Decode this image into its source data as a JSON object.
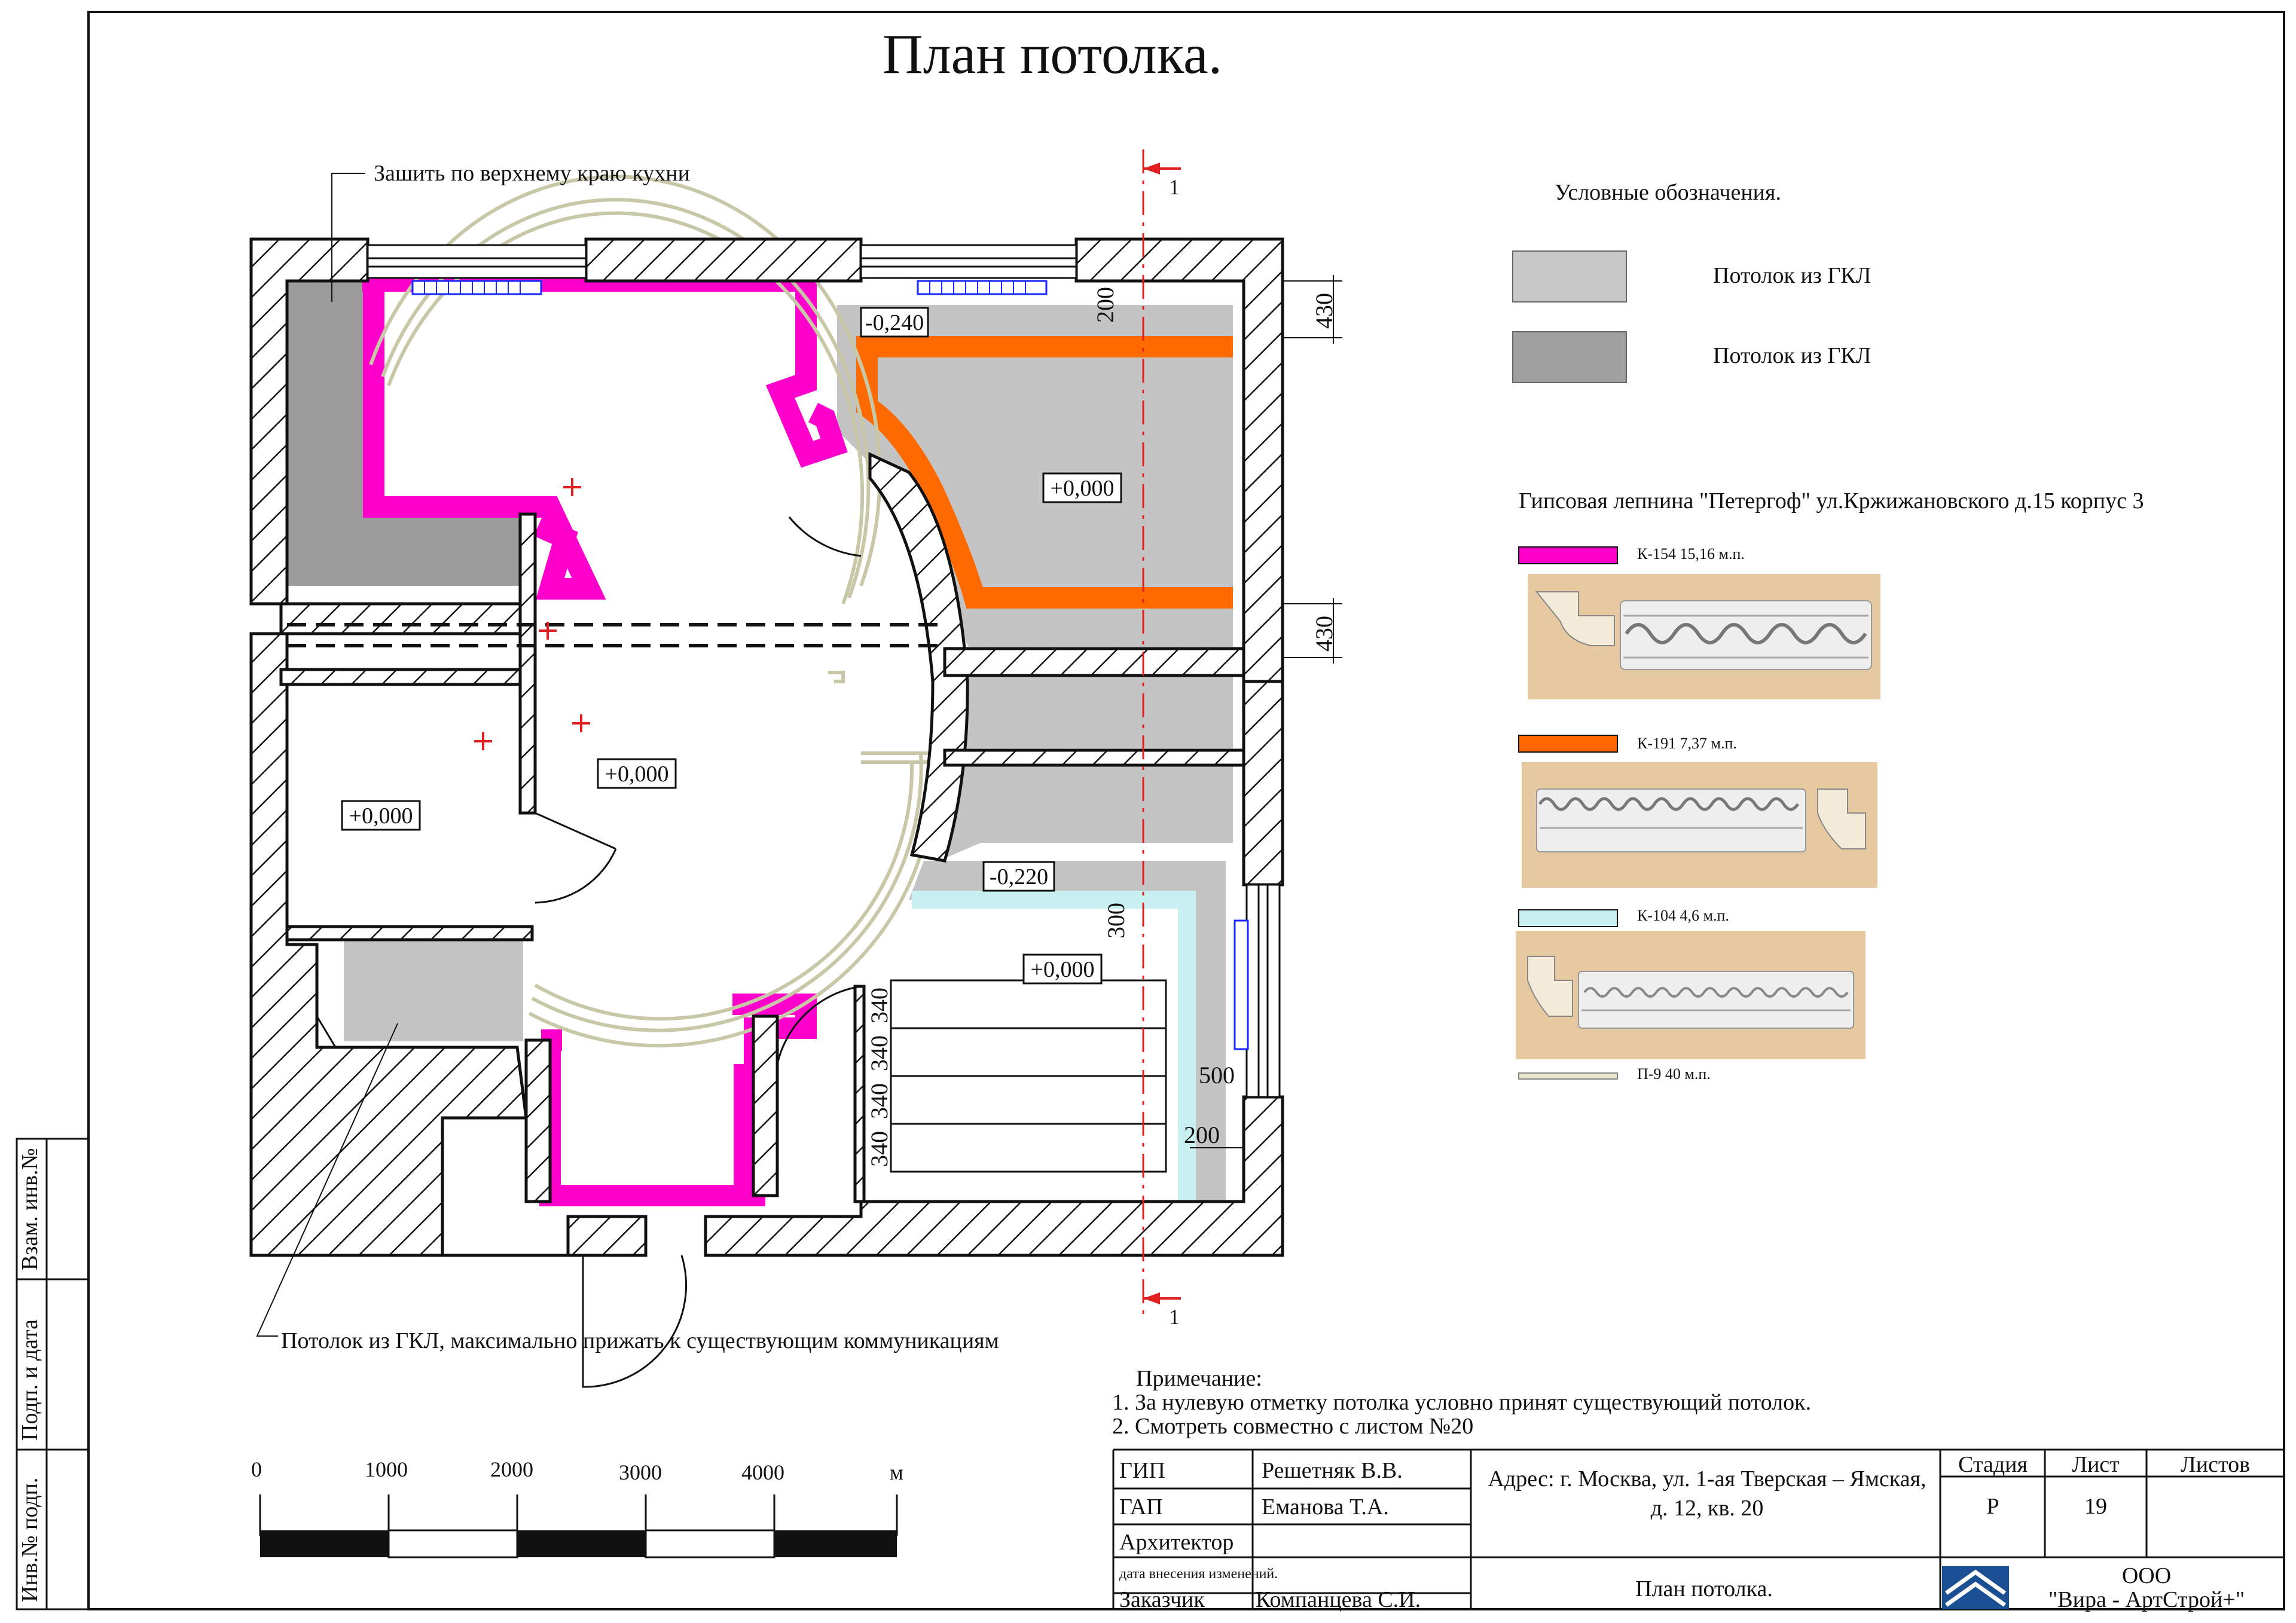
{
  "title": "План потолка.",
  "notes": {
    "top_callout": "Зашить по верхнему краю кухни",
    "bottom_callout": "Потолок из ГКЛ, максимально прижать к существующим коммуникациям",
    "remarks_title": "Примечание:",
    "remark_1": "1. За нулевую отметку потолка условно принят существующий потолок.",
    "remark_2": "2. Смотреть совместно с листом №20"
  },
  "section_mark": "1",
  "legend": {
    "title": "Условные обозначения.",
    "items": [
      {
        "label": "Потолок из ГКЛ",
        "color": "#c8c8c8"
      },
      {
        "label": "Потолок из ГКЛ",
        "color": "#a0a0a0"
      }
    ],
    "molding_title": "Гипсовая лепнина \"Петергоф\" ул.Кржижановского д.15 корпус 3",
    "moldings": [
      {
        "label": "К-154 15,16 м.п.",
        "color": "#ff00cc"
      },
      {
        "label": "К-191 7,37 м.п.",
        "color": "#ff6600"
      },
      {
        "label": "К-104 4,6 м.п.",
        "color": "#c8f0f0"
      },
      {
        "label": "П-9     40 м.п.",
        "color": "#d8d8b8"
      }
    ]
  },
  "levels": {
    "l1": "-0,240",
    "l2": "+0,000",
    "l3": "+0,000",
    "l4": "+0,000",
    "l5": "-0,220",
    "l6": "+0,000"
  },
  "dimensions": {
    "d200_top": "200",
    "d430_top": "430",
    "d430_mid": "430",
    "d300": "300",
    "d340_1": "340",
    "d340_2": "340",
    "d340_3": "340",
    "d340_4": "340",
    "d500": "500",
    "d200_bot": "200"
  },
  "scale": {
    "labels": [
      "0",
      "1000",
      "2000",
      "3000",
      "4000"
    ],
    "unit": "м"
  },
  "side_stamp": [
    "Взам. инв.№",
    "Подп. и дата",
    "Инв.№ подп."
  ],
  "title_block": {
    "gip_role": "ГИП",
    "gip_name": "Решетняк В.В.",
    "gap_role": "ГАП",
    "gap_name": "Еманова Т.А.",
    "architect_role": "Архитектор",
    "change_date_role": "дата  внесения изменений.",
    "client_role": "Заказчик",
    "client_name": "Компанцева С.И.",
    "address": "Адрес: г. Москва, ул. 1-ая Тверская – Ямская, д. 12, кв. 20",
    "sheet_title": "План потолка.",
    "stage_header": "Стадия",
    "sheet_header": "Лист",
    "sheets_header": "Листов",
    "stage_value": "Р",
    "sheet_value": "19",
    "company_line1": "ООО",
    "company_line2": "\"Вира - АртСтрой+\""
  }
}
